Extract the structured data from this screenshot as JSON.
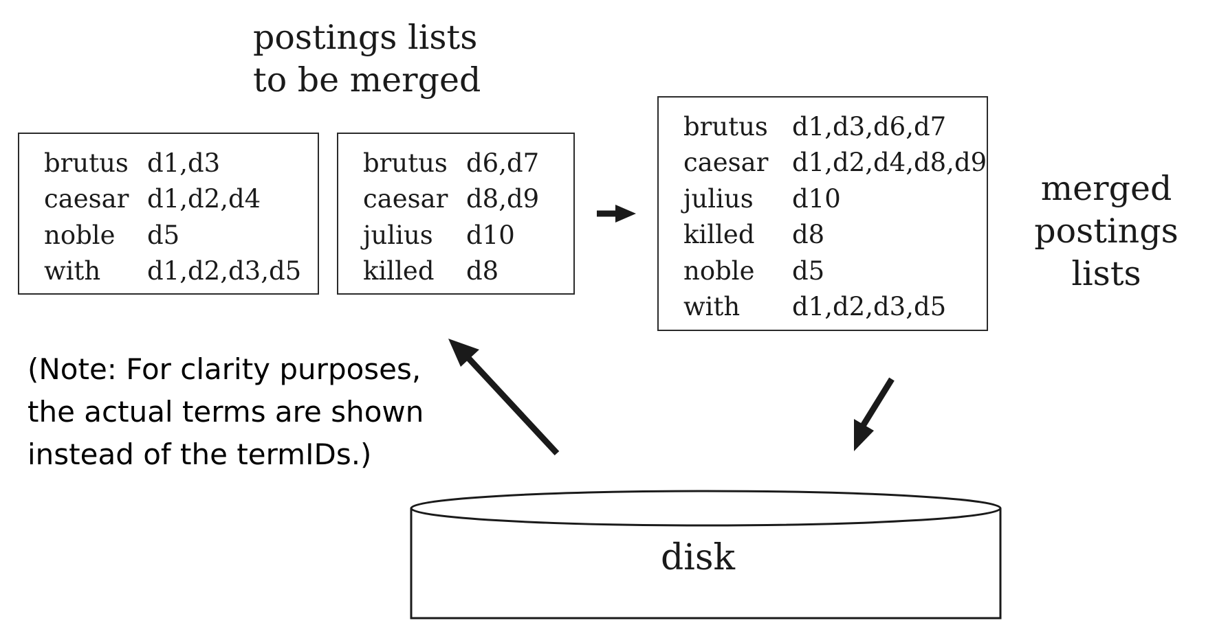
{
  "titles": {
    "input": [
      "postings lists",
      "to be merged"
    ],
    "output": [
      "merged",
      "postings lists"
    ]
  },
  "lists": {
    "first": [
      {
        "term": "brutus",
        "docs": "d1,d3"
      },
      {
        "term": "caesar",
        "docs": "d1,d2,d4"
      },
      {
        "term": "noble",
        "docs": "d5"
      },
      {
        "term": "with",
        "docs": "d1,d2,d3,d5"
      }
    ],
    "second": [
      {
        "term": "brutus",
        "docs": "d6,d7"
      },
      {
        "term": "caesar",
        "docs": "d8,d9"
      },
      {
        "term": "julius",
        "docs": "d10"
      },
      {
        "term": "killed",
        "docs": "d8"
      }
    ],
    "merged": [
      {
        "term": "brutus",
        "docs": "d1,d3,d6,d7"
      },
      {
        "term": "caesar",
        "docs": "d1,d2,d4,d8,d9"
      },
      {
        "term": "julius",
        "docs": "d10"
      },
      {
        "term": "killed",
        "docs": "d8"
      },
      {
        "term": "noble",
        "docs": "d5"
      },
      {
        "term": "with",
        "docs": "d1,d2,d3,d5"
      }
    ]
  },
  "note": [
    "(Note: For clarity purposes,",
    "the actual terms are shown",
    "instead of the termIDs.)"
  ],
  "disk": {
    "label": "disk"
  },
  "colors": {
    "stroke": "#1a1a1a",
    "background": "#ffffff"
  }
}
